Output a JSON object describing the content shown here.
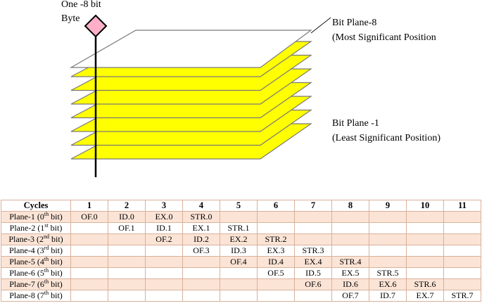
{
  "diagram": {
    "byte_label_line1": "One -8 bit",
    "byte_label_line2": "Byte",
    "msb_label_line1": "Bit Plane-8",
    "msb_label_line2": "(Most Significant Position",
    "lsb_label_line1": "Bit Plane -1",
    "lsb_label_line2": "(Least Significant  Position)",
    "plane_fill_color": "#ffff00",
    "top_plane_fill_color": "#ffffff",
    "diamond_color": "#ffb0c8",
    "plane_count": 8
  },
  "table": {
    "corner_header": "Cycles",
    "cycle_headers": [
      "1",
      "2",
      "3",
      "4",
      "5",
      "6",
      "7",
      "8",
      "9",
      "10",
      "11"
    ],
    "rows": [
      {
        "plane": "Plane-1 (0",
        "ordinal": "th",
        "suffix": " bit)",
        "start": 0,
        "cells": [
          "OF.0",
          "ID.0",
          "EX.0",
          "STR.0"
        ]
      },
      {
        "plane": "Plane-2 (1",
        "ordinal": "st",
        "suffix": " bit)",
        "start": 1,
        "cells": [
          "OF.1",
          "ID.1",
          "EX.1",
          "STR.1"
        ]
      },
      {
        "plane": "Plane-3 (2",
        "ordinal": "nd",
        "suffix": " bit)",
        "start": 2,
        "cells": [
          "OF.2",
          "ID.2",
          "EX.2",
          "STR.2"
        ]
      },
      {
        "plane": "Plane-4 (3",
        "ordinal": "rd",
        "suffix": " bit)",
        "start": 3,
        "cells": [
          "OF.3",
          "ID.3",
          "EX.3",
          "STR.3"
        ]
      },
      {
        "plane": "Plane-5 (4",
        "ordinal": "th",
        "suffix": " bit)",
        "start": 4,
        "cells": [
          "OF.4",
          "ID.4",
          "EX.4",
          "STR.4"
        ]
      },
      {
        "plane": "Plane-6 (5",
        "ordinal": "th",
        "suffix": " bit)",
        "start": 5,
        "cells": [
          "OF.5",
          "ID.5",
          "EX.5",
          "STR.5"
        ]
      },
      {
        "plane": "Plane-7 (6",
        "ordinal": "th",
        "suffix": " bit)",
        "start": 6,
        "cells": [
          "OF.6",
          "ID.6",
          "EX.6",
          "STR.6"
        ]
      },
      {
        "plane": "Plane-8 (7",
        "ordinal": "th",
        "suffix": " bit)",
        "start": 7,
        "cells": [
          "OF.7",
          "ID.7",
          "EX.7",
          "STR.7"
        ]
      }
    ],
    "stripe_color": "#fbe4d6",
    "border_color": "#d9b09a"
  }
}
